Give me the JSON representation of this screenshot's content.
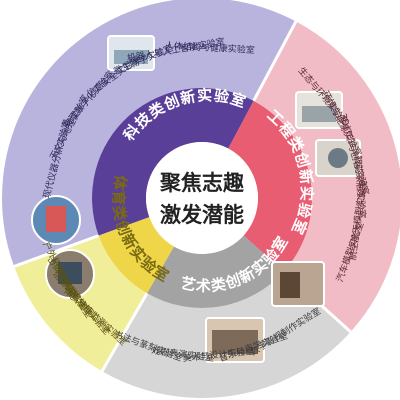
{
  "center": {
    "line1": "聚焦志趣",
    "line2": "激发潜能"
  },
  "sectors": [
    {
      "key": "tech",
      "label": "科技类创新实验室",
      "outer_color": "#b9b4de",
      "mid_color": "#5a3f98",
      "labs": [
        "现代仪器分析实验室",
        "天文与地理实验室",
        "物理数字化实验室",
        "信息安全实验室",
        "微生物学实验室",
        "机器人与人工智能实验室",
        "人体结构与健康实验室"
      ]
    },
    {
      "key": "eng",
      "label": "工程类创新实验室",
      "outer_color": "#f2bcc6",
      "mid_color": "#e85d71",
      "labs": [
        "生态与环境实验室",
        "环境与能源实验室",
        "3D打印与创客实验室",
        "智能家居实验室",
        "航空航天模型实验室",
        "汽车模型实验室"
      ]
    },
    {
      "key": "art",
      "label": "艺术类创新实验室",
      "outer_color": "#d6d6d6",
      "mid_color": "#a3a3a3",
      "labs": [
        "数字影视制作实验室",
        "音乐与声学实验室",
        "美术与设计实验室",
        "戏剧表演实验室",
        "书法与篆刻实验室"
      ]
    },
    {
      "key": "sport",
      "label": "体育类创新实验室",
      "outer_color": "#f1ee9a",
      "mid_color": "#efd649",
      "labs": [
        "体质健康监测实验室",
        "运动技能分析实验室",
        "击剑与棋类实验室",
        "户外拓展实验室"
      ]
    }
  ]
}
